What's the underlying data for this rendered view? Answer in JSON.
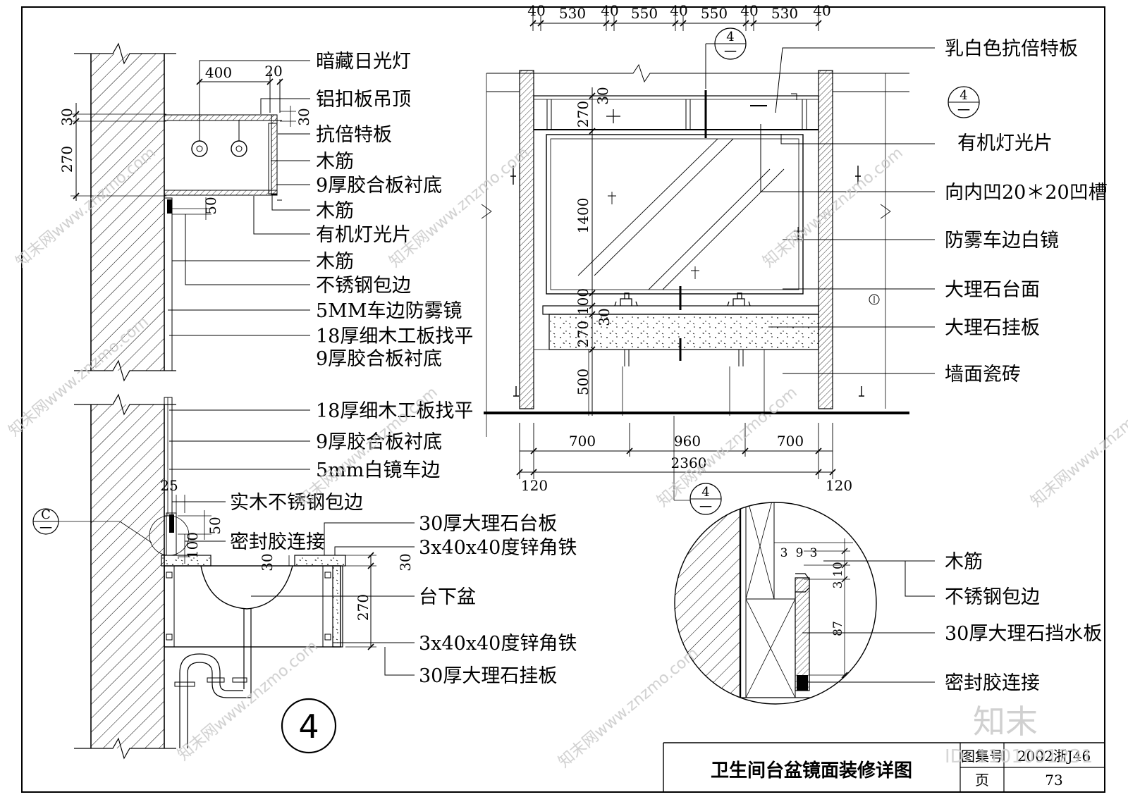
{
  "section_left": {
    "top_labels": [
      "暗藏日光灯",
      "铝扣板吊顶",
      "抗倍特板",
      "木筋",
      "9厚胶合板衬底",
      "木筋",
      "有机灯光片",
      "木筋",
      "不锈钢包边",
      "5MM车边防雾镜",
      "18厚细木工板找平",
      "9厚胶合板衬底"
    ],
    "mid_labels": [
      "18厚细木工板找平",
      "9厚胶合板衬底",
      "5mm白镜车边",
      "实木不锈钢包边",
      "密封胶连接"
    ],
    "basin_labels": [
      "30厚大理石台板",
      "3x40x40度锌角铁",
      "台下盆",
      "3x40x40度锌角铁",
      "30厚大理石挂板"
    ],
    "dims": {
      "d400": "400",
      "d20": "20",
      "d30a": "30",
      "d30b": "30",
      "d270": "270",
      "d50": "50",
      "d25": "25",
      "d50b": "50",
      "d100": "100",
      "d30c": "30",
      "d30d": "30",
      "d270b": "270"
    },
    "section_ref": "C",
    "section_ref_sub": "一",
    "detail_number": "4"
  },
  "elevation": {
    "top_dims": [
      "40",
      "530",
      "40",
      "550",
      "40",
      "550",
      "40",
      "530",
      "40"
    ],
    "side_dims": {
      "d30": "30",
      "d270": "270",
      "d1400": "1400",
      "d100": "100",
      "d30b": "30",
      "d270b": "270",
      "d500": "500"
    },
    "bottom_dims": {
      "d700a": "700",
      "d960": "960",
      "d700b": "700",
      "d2360": "2360",
      "d120a": "120",
      "d120b": "120"
    },
    "labels": [
      "乳白色抗倍特板",
      "有机灯光片",
      "向内凹20＊20凹槽",
      "防雾车边白镜",
      "大理石台面",
      "大理石挂板",
      "墙面瓷砖"
    ],
    "ref_top": {
      "num": "4",
      "sub": "一"
    },
    "ref_right": {
      "num": "4",
      "sub": "一"
    },
    "ref_bottom": {
      "num": "4",
      "sub": "一"
    }
  },
  "detail": {
    "labels": [
      "木筋",
      "不锈钢包边",
      "30厚大理石挡水板",
      "密封胶连接"
    ],
    "dims": {
      "d3": "3",
      "d9": "9",
      "d3b": "3",
      "d10": "10",
      "d3c": "3",
      "d87": "87"
    }
  },
  "title_block": {
    "title": "卫生间台盆镜面装修详图",
    "atlas_label": "图集号",
    "atlas_no": "2002浙J46",
    "page_label": "页",
    "page_no": "73"
  },
  "watermark": {
    "text": "知末网www.znzmo.com",
    "logo": "知末",
    "id": "ID: 1101091231"
  }
}
